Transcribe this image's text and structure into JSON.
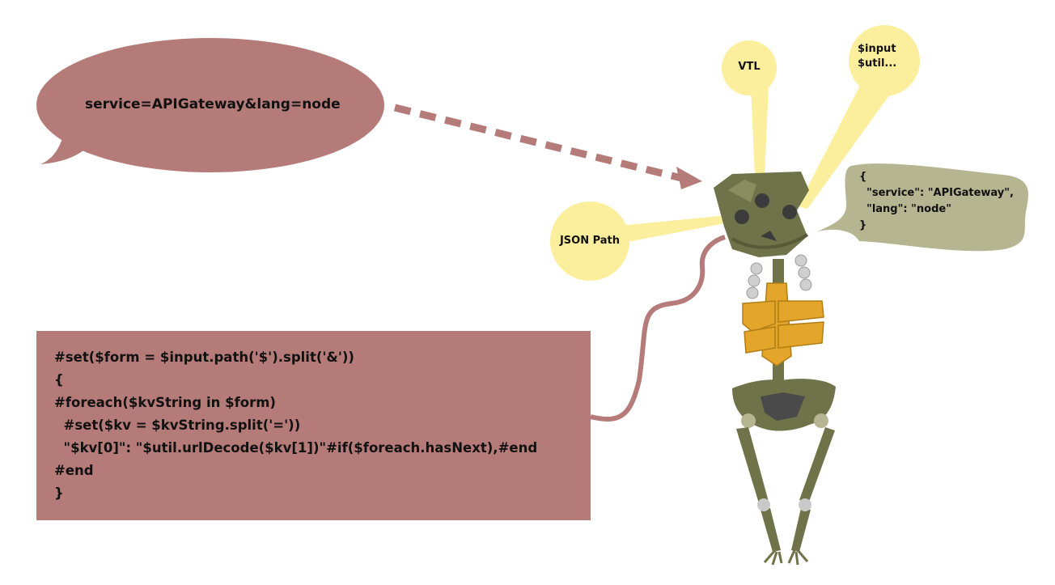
{
  "query_bubble": {
    "text": "service=APIGateway&lang=node"
  },
  "code_box": {
    "lines": [
      "#set($form = $input.path('$').split('&'))",
      "{",
      "#foreach($kvString in $form)",
      "  #set($kv = $kvString.split('='))",
      "  \"$kv[0]\": \"$util.urlDecode($kv[1])\"#if($foreach.hasNext),#end",
      "#end",
      "}"
    ]
  },
  "json_bubble": {
    "lines": [
      "{",
      "  \"service\": \"APIGateway\",",
      "  \"lang\": \"node\"",
      "}"
    ]
  },
  "spotlights": {
    "vtl": "VTL",
    "input_util_line1": "$input",
    "input_util_line2": "$util...",
    "json_path": "JSON Path"
  },
  "colors": {
    "bubble_maroon": "#b57b79",
    "json_olive": "#b5b691",
    "spotlight_yellow": "#fbee9c",
    "skull_olive": "#707349",
    "gold": "#e3a62b"
  }
}
